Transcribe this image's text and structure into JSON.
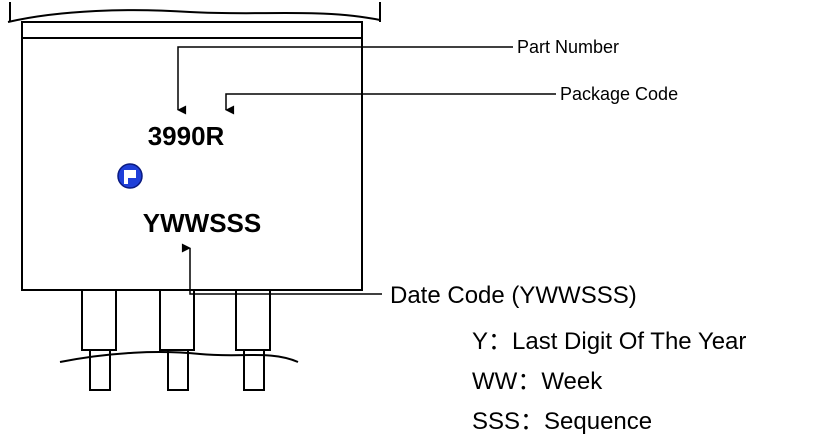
{
  "package": {
    "part_number": "3990R",
    "date_code_marking": "YWWSSS",
    "logo_icon": "company-logo-icon",
    "logo_color": "#1f3fd8"
  },
  "callouts": {
    "part_number": "Part Number",
    "package_code": "Package Code",
    "date_code": "Date Code (YWWSSS)",
    "legend": [
      {
        "key": "Y",
        "sep": "：",
        "desc": "Last Digit Of  The Year"
      },
      {
        "key": "WW",
        "sep": "：",
        "desc": "Week"
      },
      {
        "key": "SSS",
        "sep": "：",
        "desc": "Sequence"
      }
    ]
  }
}
